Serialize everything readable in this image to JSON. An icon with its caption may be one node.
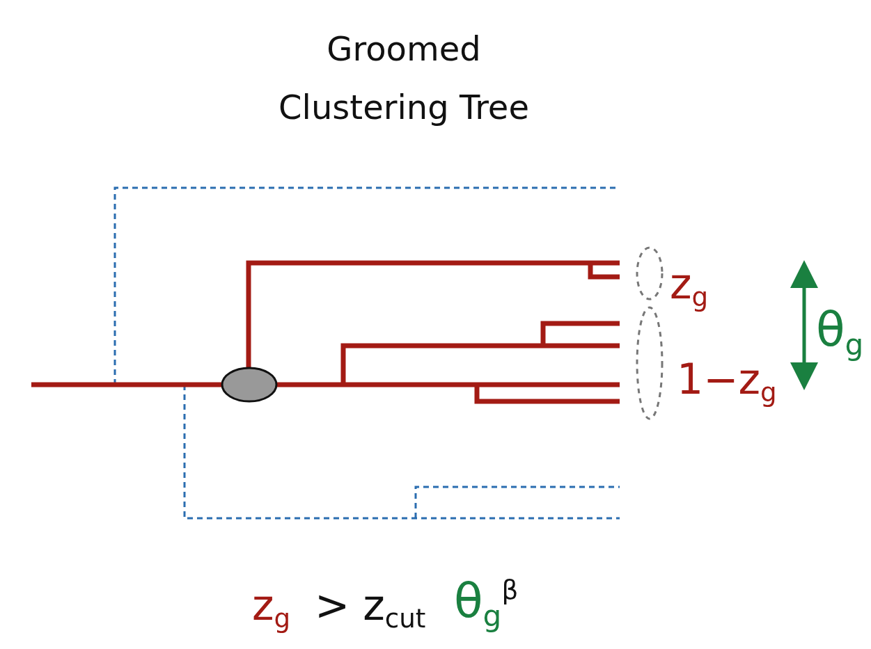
{
  "diagram": {
    "title": "Groomed Clustering Tree",
    "labels": [
      "z$_{g}$",
      "1−z$_{g}$",
      "θ$_{g}$",
      "z$_{g}$",
      "> z$_{cut}$",
      "θ$_{g}$$^{β}$"
    ]
  }
}
